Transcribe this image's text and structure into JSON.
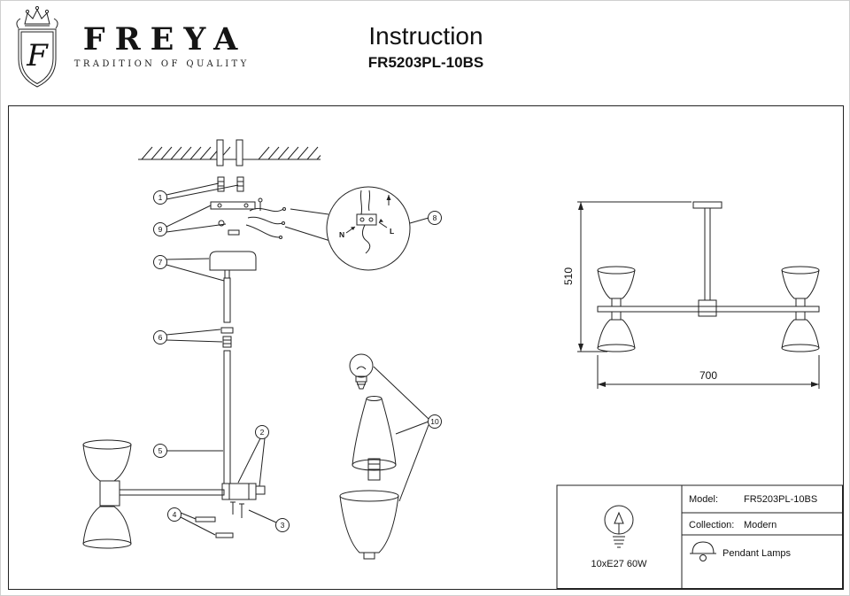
{
  "header": {
    "brand": "FREYA",
    "tagline": "TRADITION OF QUALITY",
    "logo_letter": "F",
    "title": "Instruction",
    "model": "FR5203PL-10BS"
  },
  "diagram": {
    "callouts": {
      "c1": "1",
      "c2": "2",
      "c3": "3",
      "c4": "4",
      "c5": "5",
      "c6": "6",
      "c7": "7",
      "c8": "8",
      "c9": "9",
      "c10": "10"
    },
    "wiring": {
      "neutral": "N",
      "live": "L"
    },
    "dimensions": {
      "height_mm": "510",
      "width_mm": "700"
    }
  },
  "spec": {
    "bulb": "10xE27 60W",
    "model_label": "Model:",
    "model_value": "FR5203PL-10BS",
    "collection_label": "Collection:",
    "collection_value": "Modern",
    "category": "Pendant Lamps"
  }
}
